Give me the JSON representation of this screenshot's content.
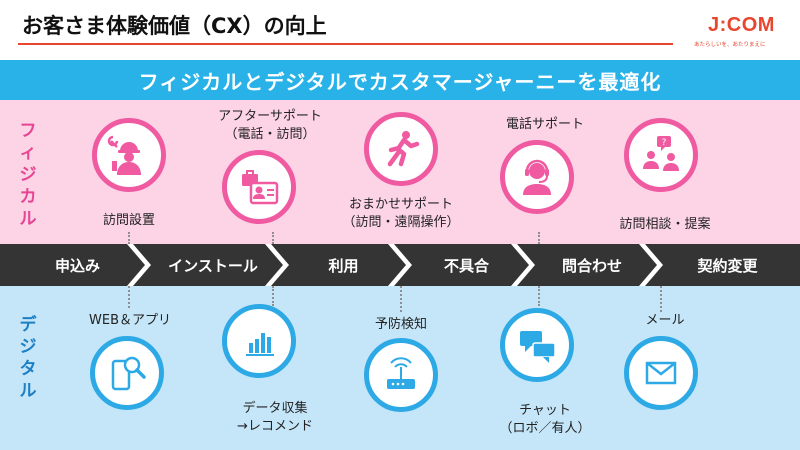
{
  "header": {
    "title": "お客さま体験価値（CX）の向上",
    "logo": "J:COM",
    "tagline": "あたらしいを、あたりまえに"
  },
  "banner": "フィジカルとデジタルでカスタマージャーニーを最適化",
  "side_labels": {
    "physical": "フィジカル",
    "digital": "デジタル"
  },
  "process_steps": [
    "申込み",
    "インストール",
    "利用",
    "不具合",
    "問合わせ",
    "契約変更"
  ],
  "physical_items": [
    {
      "label": "訪問設置",
      "icon": "worker-icon"
    },
    {
      "label_line1": "アフターサポート",
      "label_line2": "（電話・訪問）",
      "icon": "toolbox-idcard-icon"
    },
    {
      "label_line1": "おまかせサポート",
      "label_line2": "（訪問・遠隔操作）",
      "icon": "running-person-icon"
    },
    {
      "label": "電話サポート",
      "icon": "headset-operator-icon"
    },
    {
      "label": "訪問相談・提案",
      "icon": "consultation-icon"
    }
  ],
  "digital_items": [
    {
      "label": "WEB＆アプリ",
      "icon": "smartphone-search-icon"
    },
    {
      "label_line1": "データ収集",
      "label_line2": "→レコメンド",
      "icon": "bar-chart-icon"
    },
    {
      "label": "予防検知",
      "icon": "router-icon"
    },
    {
      "label_line1": "チャット",
      "label_line2": "（ロボ／有人）",
      "icon": "chat-bubbles-icon"
    },
    {
      "label": "メール",
      "icon": "mail-icon"
    }
  ],
  "colors": {
    "accent": "#e8462f",
    "banner": "#29b2e8",
    "physical": "#ef5aa0",
    "digital": "#2da9e6",
    "bar": "#343434"
  }
}
